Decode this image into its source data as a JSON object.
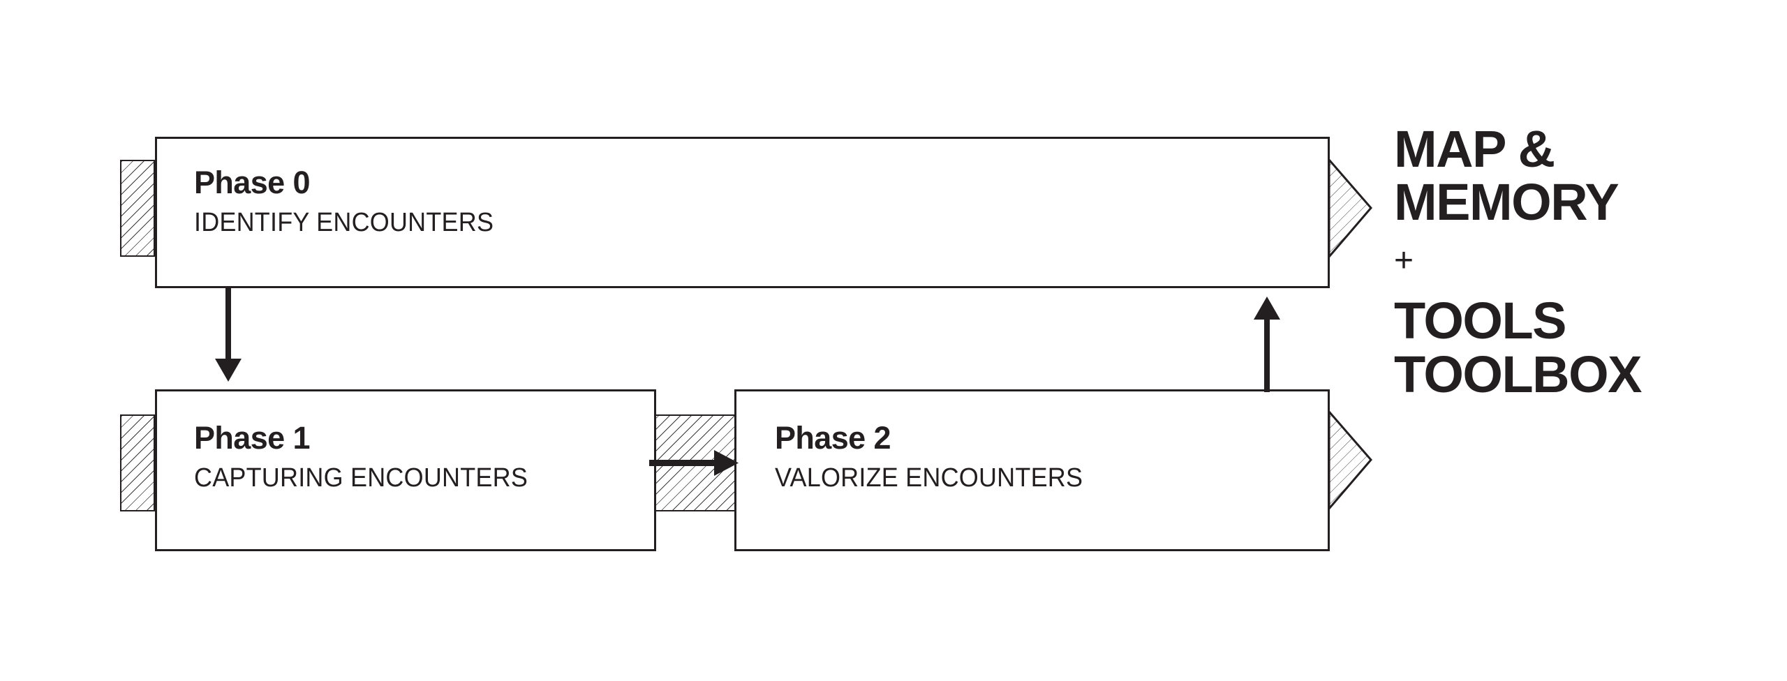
{
  "diagram": {
    "title": "Phases workflow diagram",
    "background_color": "#ffffff",
    "ink_color": "#231f20",
    "phases": [
      {
        "id": "phase-0",
        "title": "Phase 0",
        "subtitle": "IDENTIFY ENCOUNTERS"
      },
      {
        "id": "phase-1",
        "title": "Phase 1",
        "subtitle": "CAPTURING ENCOUNTERS"
      },
      {
        "id": "phase-2",
        "title": "Phase 2",
        "subtitle": "VALORIZE ENCOUNTERS"
      }
    ],
    "connectors": [
      {
        "id": "phase0-to-phase1",
        "direction": "down"
      },
      {
        "id": "phase1-to-phase2",
        "direction": "right"
      },
      {
        "id": "phase2-to-phase0",
        "direction": "up"
      }
    ],
    "caption": {
      "line1": "MAP &",
      "line2": "MEMORY",
      "plus": "+",
      "line3": "TOOLS",
      "line4": "TOOLBOX"
    }
  }
}
